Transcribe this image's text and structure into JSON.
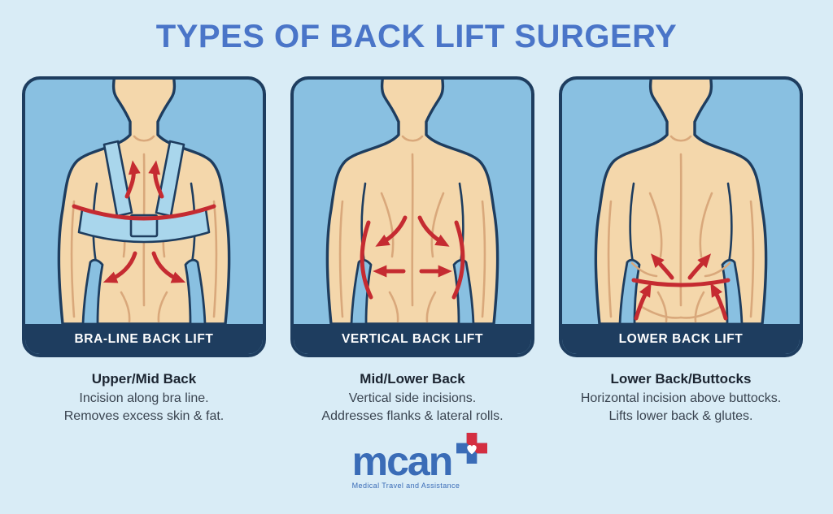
{
  "title": "TYPES OF BACK LIFT SURGERY",
  "panels": [
    {
      "band_label": "BRA-LINE BACK LIFT",
      "heading": "Upper/Mid Back",
      "line1": "Incision along bra line.",
      "line2": "Removes excess skin & fat.",
      "illustration": "female-back-with-bra-line-incision-and-lift-arrows"
    },
    {
      "band_label": "VERTICAL BACK LIFT",
      "heading": "Mid/Lower Back",
      "line1": "Vertical side incisions.",
      "line2": "Addresses flanks & lateral rolls.",
      "illustration": "back-with-vertical-side-incisions-and-inward-arrows"
    },
    {
      "band_label": "LOWER BACK LIFT",
      "heading": "Lower Back/Buttocks",
      "line1": "Horizontal incision above buttocks.",
      "line2": "Lifts lower back & glutes.",
      "illustration": "back-with-horizontal-incision-above-buttocks-and-lift-arrows"
    }
  ],
  "logo": {
    "name": "mcan",
    "tagline": "Medical Travel and Assistance"
  },
  "colors": {
    "page_bg": "#d9ecf6",
    "panel_sky": "#89c0e1",
    "navy": "#1e3d5f",
    "title_blue": "#4a75c8",
    "heading_text": "#1b2430",
    "body_text": "#3a4450",
    "band_text": "#ffffff",
    "skin": "#f4d7ab",
    "skin_shade": "#d9a87b",
    "bra_blue": "#a9d6ec",
    "incision_red": "#c52b31",
    "logo_blue": "#3a6cb7",
    "logo_red": "#d42e41"
  }
}
